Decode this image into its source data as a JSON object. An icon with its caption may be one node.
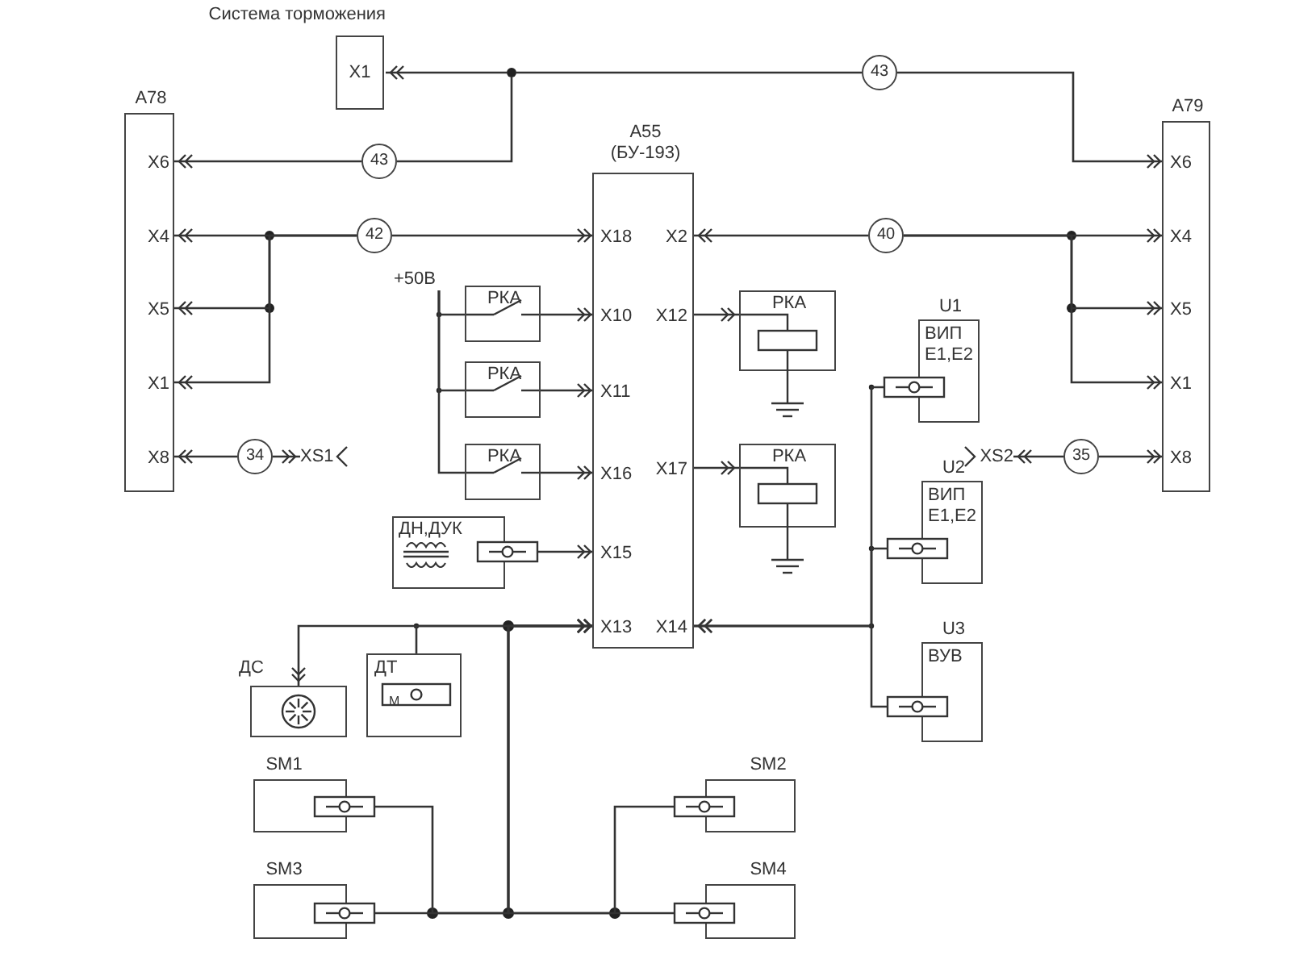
{
  "diagram": {
    "nodes": [
      {
        "text": [
          "A78"
        ]
      },
      {
        "text": [
          "X6"
        ],
        "in": 0
      },
      {
        "text": [
          "X4"
        ],
        "in": 0
      },
      {
        "text": [
          "X5"
        ],
        "in": 0
      },
      {
        "text": [
          "X1"
        ],
        "in": 0
      },
      {
        "text": [
          "X8"
        ],
        "in": 0
      },
      {
        "text": [
          "Система торможения",
          "X1"
        ]
      },
      {
        "text": [
          "A55 (БУ-193)"
        ]
      },
      {
        "text": [
          "X18"
        ],
        "in": 7
      },
      {
        "text": [
          "X10"
        ],
        "in": 7
      },
      {
        "text": [
          "X11"
        ],
        "in": 7
      },
      {
        "text": [
          "X16"
        ],
        "in": 7
      },
      {
        "text": [
          "X15"
        ],
        "in": 7
      },
      {
        "text": [
          "X13"
        ],
        "in": 7
      },
      {
        "text": [
          "X2"
        ],
        "in": 7
      },
      {
        "text": [
          "X12"
        ],
        "in": 7
      },
      {
        "text": [
          "X17"
        ],
        "in": 7
      },
      {
        "text": [
          "X14"
        ],
        "in": 7
      },
      {
        "text": [
          "A79"
        ]
      },
      {
        "text": [
          "X6"
        ],
        "in": 18
      },
      {
        "text": [
          "X4"
        ],
        "in": 18
      },
      {
        "text": [
          "X5"
        ],
        "in": 18
      },
      {
        "text": [
          "X1"
        ],
        "in": 18
      },
      {
        "text": [
          "X8"
        ],
        "in": 18
      },
      {
        "text": [
          "43"
        ]
      },
      {
        "text": [
          "43"
        ]
      },
      {
        "text": [
          "42"
        ]
      },
      {
        "text": [
          "40"
        ]
      },
      {
        "text": [
          "34"
        ]
      },
      {
        "text": [
          "35"
        ]
      },
      {
        "text": [
          "XS1"
        ]
      },
      {
        "text": [
          "XS2"
        ]
      },
      {
        "text": [
          "+50В"
        ]
      },
      {
        "text": [
          "РКА"
        ]
      },
      {
        "text": [
          "РКА"
        ]
      },
      {
        "text": [
          "РКА"
        ]
      },
      {
        "text": [
          "РКА"
        ]
      },
      {
        "text": [
          "РКА"
        ]
      },
      {
        "text": [
          "ДН,ДУК"
        ]
      },
      {
        "text": [
          "ДС"
        ]
      },
      {
        "text": [
          "ДТ",
          "М"
        ]
      },
      {
        "text": [
          "U1",
          "ВИП Е1,Е2"
        ]
      },
      {
        "text": [
          "U2",
          "ВИП Е1,Е2"
        ]
      },
      {
        "text": [
          "U3",
          "ВУВ"
        ]
      },
      {
        "text": [
          "SM1"
        ]
      },
      {
        "text": [
          "SM2"
        ]
      },
      {
        "text": [
          "SM3"
        ]
      },
      {
        "text": [
          "SM4"
        ]
      },
      {
        "text": [],
        "shape": "circle"
      }
    ],
    "edges": [
      {
        "from": 48,
        "to": 6,
        "arrow": "to"
      },
      {
        "from": 24,
        "to": 19,
        "arrow": "to"
      },
      {
        "from": 25,
        "to": 48,
        "arrow": "none"
      },
      {
        "from": 25,
        "to": 1,
        "arrow": "to"
      },
      {
        "from": 26,
        "to": 2,
        "arrow": "to"
      },
      {
        "from": 26,
        "to": 8,
        "arrow": "to"
      },
      {
        "from": 26,
        "to": 3,
        "arrow": "to"
      },
      {
        "from": 26,
        "to": 4,
        "arrow": "to"
      },
      {
        "from": 28,
        "to": 5,
        "arrow": "to"
      },
      {
        "from": 28,
        "to": 30,
        "arrow": "to"
      },
      {
        "from": 27,
        "to": 20,
        "arrow": "to"
      },
      {
        "from": 27,
        "to": 14,
        "arrow": "to"
      },
      {
        "from": 27,
        "to": 21,
        "arrow": "to"
      },
      {
        "from": 27,
        "to": 22,
        "arrow": "to"
      },
      {
        "from": 29,
        "to": 23,
        "arrow": "to"
      },
      {
        "from": 29,
        "to": 31,
        "arrow": "to"
      },
      {
        "from": 32,
        "to": 33,
        "arrow": "none"
      },
      {
        "from": 32,
        "to": 34,
        "arrow": "none"
      },
      {
        "from": 32,
        "to": 35,
        "arrow": "none"
      },
      {
        "from": 33,
        "to": 9,
        "arrow": "to"
      },
      {
        "from": 34,
        "to": 10,
        "arrow": "to"
      },
      {
        "from": 35,
        "to": 11,
        "arrow": "to"
      },
      {
        "from": 15,
        "to": 36,
        "arrow": "to"
      },
      {
        "from": 16,
        "to": 37,
        "arrow": "to"
      },
      {
        "from": 38,
        "to": 12,
        "arrow": "to"
      },
      {
        "from": 39,
        "to": 13,
        "arrow": "both"
      },
      {
        "from": 40,
        "to": 13,
        "arrow": "to"
      },
      {
        "from": 44,
        "to": 13,
        "arrow": "to"
      },
      {
        "from": 45,
        "to": 13,
        "arrow": "to"
      },
      {
        "from": 46,
        "to": 13,
        "arrow": "to"
      },
      {
        "from": 47,
        "to": 13,
        "arrow": "to"
      },
      {
        "from": 41,
        "to": 17,
        "arrow": "to"
      },
      {
        "from": 42,
        "to": 17,
        "arrow": "to"
      },
      {
        "from": 43,
        "to": 17,
        "arrow": "to"
      },
      {
        "from": 24,
        "to": 48,
        "arrow": "none"
      }
    ]
  }
}
